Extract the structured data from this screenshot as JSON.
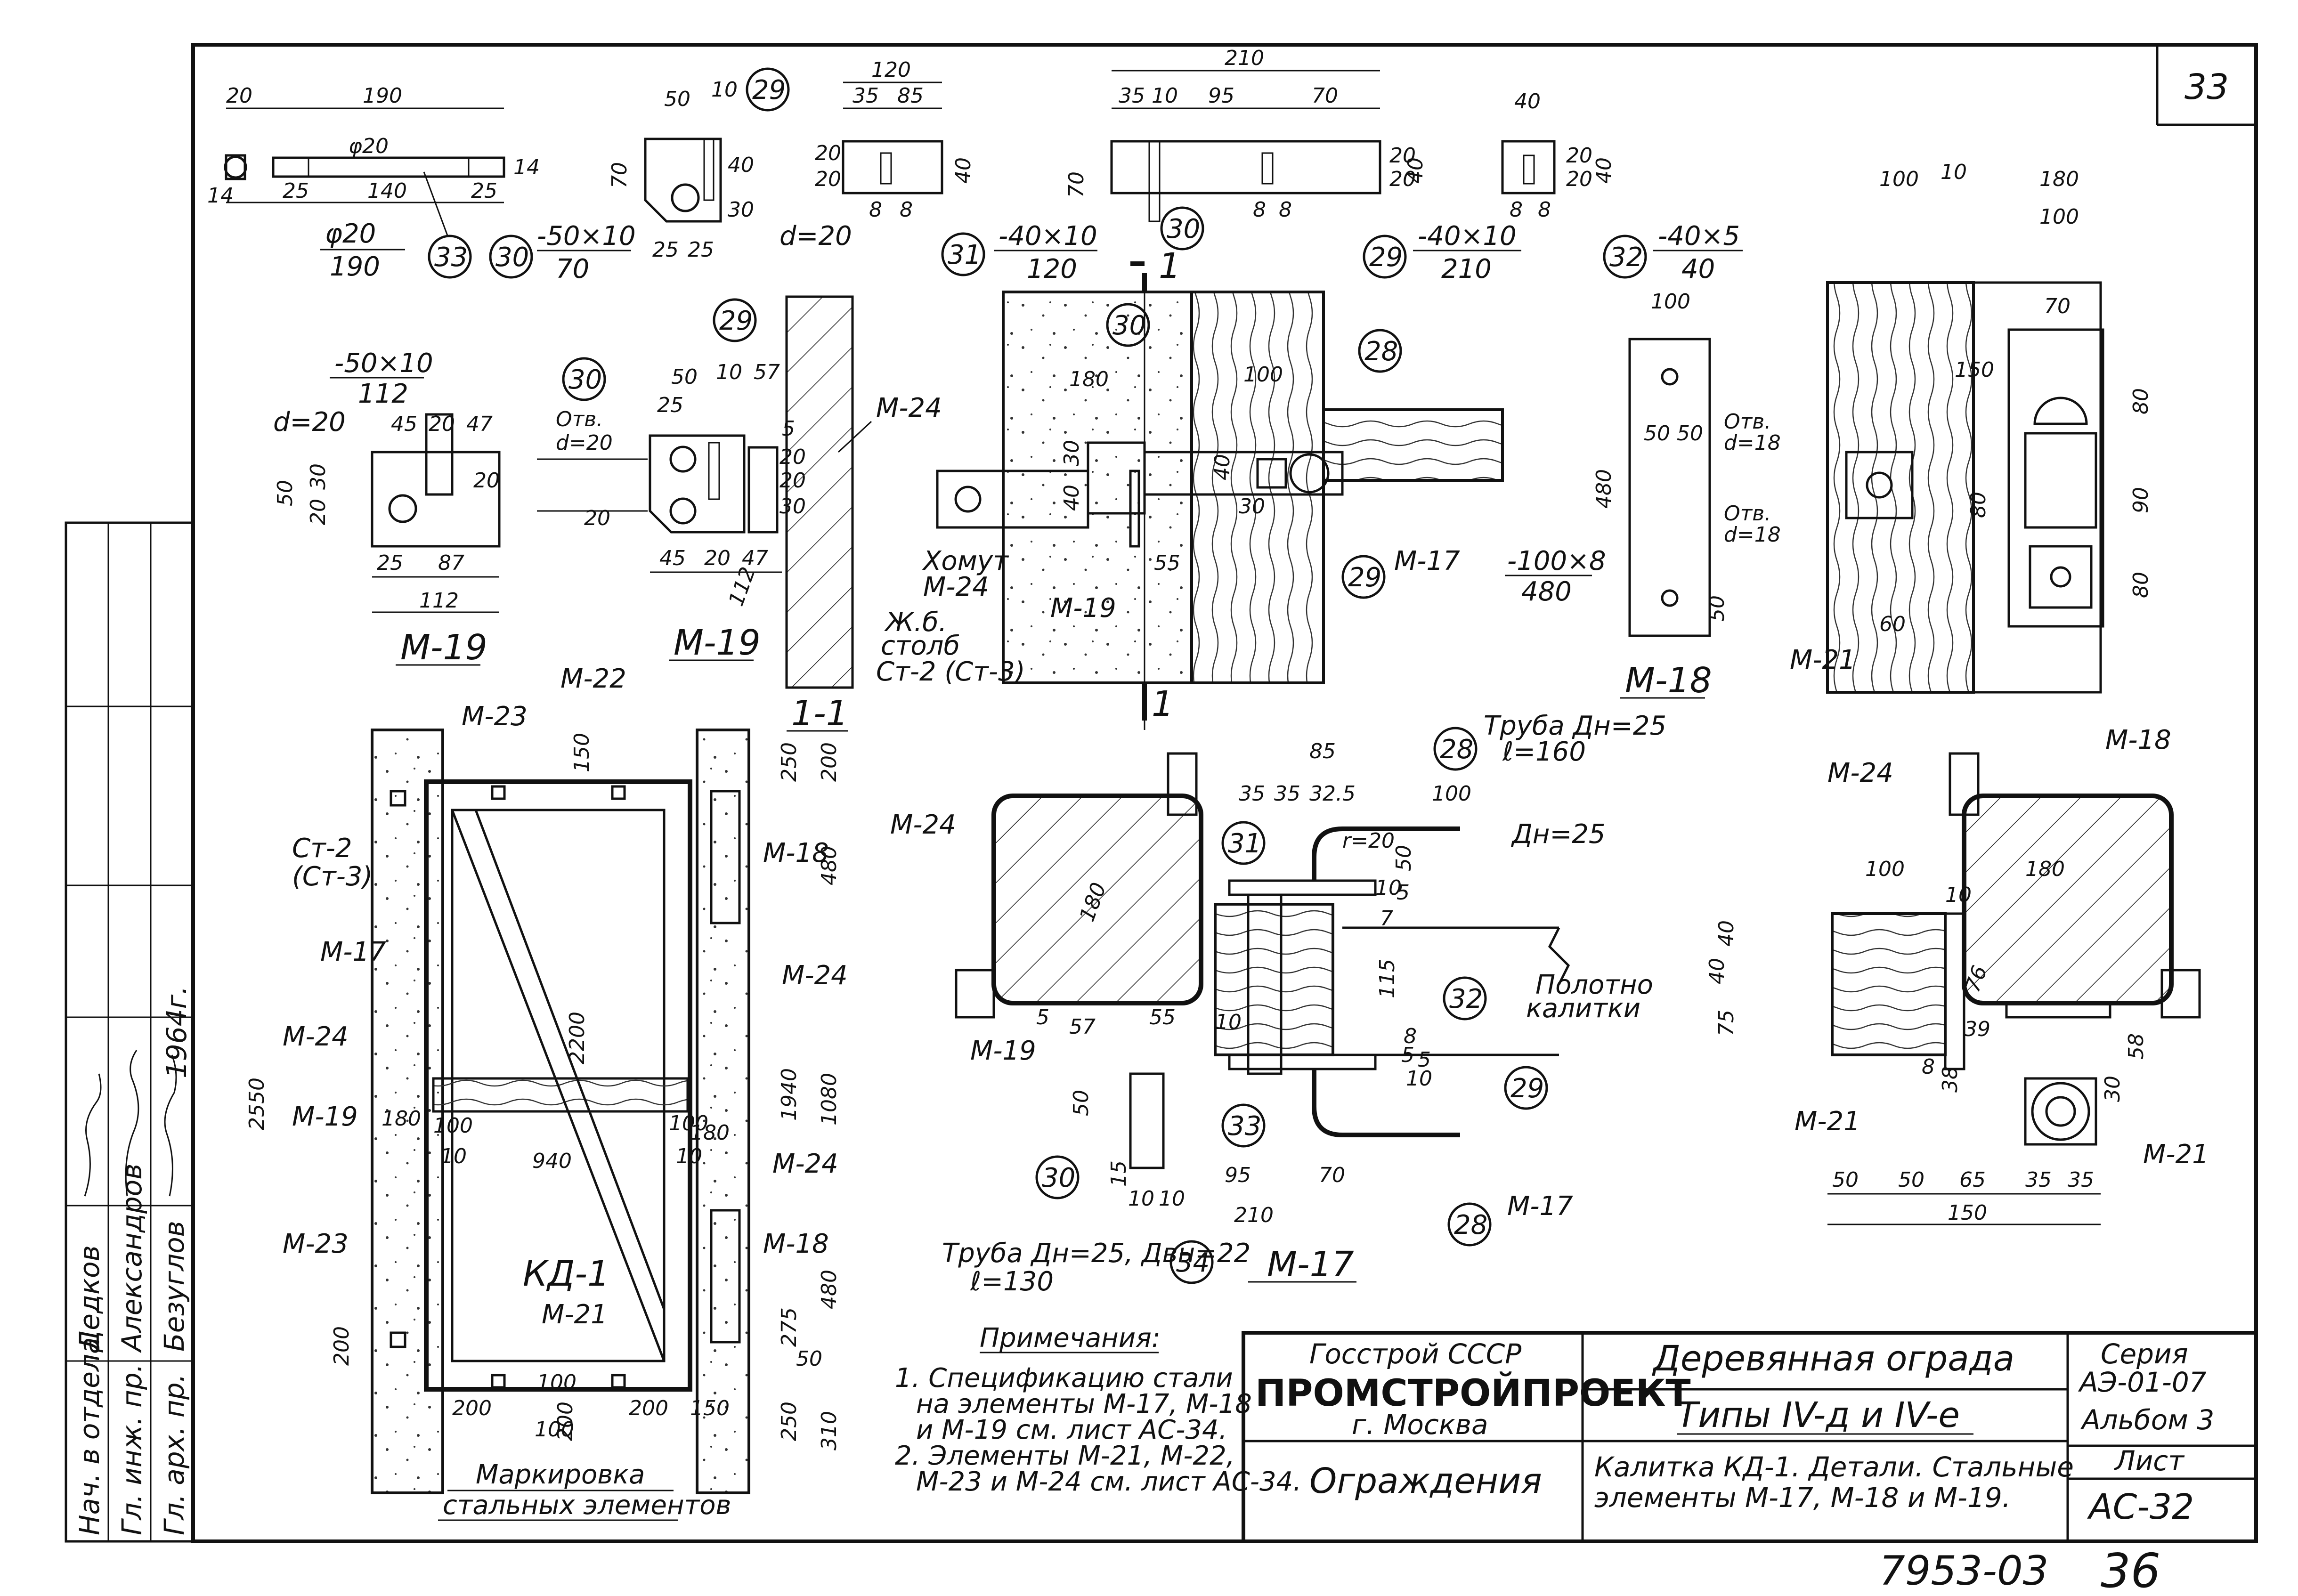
{
  "sheet": {
    "sheet_number": "33",
    "archive_number": "7953-03",
    "page_number": "36"
  },
  "title_block": {
    "org1": "Госстрой СССР",
    "org2": "ПРОМСТРОЙПРОЕКТ",
    "city": "г. Москва",
    "section": "Ограждения",
    "title1": "Деревянная ограда",
    "title2": "Типы IV-д и IV-е",
    "title3": "Калитка КД-1. Детали. Стальные",
    "title4": "элементы М-17, М-18 и М-19.",
    "series_label": "Серия",
    "series": "АЭ-01-07",
    "album": "Альбом 3",
    "sheet_label": "Лист",
    "sheet_code": "АС-32"
  },
  "approval_strip": {
    "roles": [
      "Нач. в отдела",
      "Гл. инж. пр.",
      "Гл. арх. пр."
    ],
    "names": [
      "Дедков",
      "Александров",
      "Безуглов"
    ],
    "year": "1964г."
  },
  "notes": {
    "heading": "Примечания:",
    "items": [
      "1. Спецификацию стали",
      "на элементы М-17, М-18",
      "и М-19 см. лист АС-34.",
      "2. Элементы М-21, М-22,",
      "М-23 и М-24 см. лист АС-34."
    ]
  },
  "views": {
    "m19_a": "М-19",
    "m19_b": "М-19",
    "m18": "М-18",
    "section": "1-1",
    "m17": "М-17",
    "marking1": "Маркировка",
    "marking2": "стальных элементов",
    "gate": "КД-1"
  },
  "callouts": {
    "c28": "28",
    "c29": "29",
    "c30": "30",
    "c31": "31",
    "c32": "32",
    "c33": "33",
    "c34": "34"
  },
  "parts": {
    "p33_a": "φ20",
    "p33_b": "190",
    "p30_a": "-50×10",
    "p30_b": "70",
    "p31_a": "-40×10",
    "p31_b": "120",
    "p29_a": "-40×10",
    "p29_b": "210",
    "p32_a": "-40×5",
    "p32_b": "40",
    "p30_2a": "-50×10",
    "p30_2b": "112",
    "hole_d20": "d=20",
    "otv_d20_a": "Отв.",
    "otv_d20_b": "d=20",
    "otv_d18_a": "Отв.",
    "otv_d18_b": "d=18",
    "otv_d18_c": "Отв.",
    "otv_d18_d": "d=18",
    "m18_plate_a": "-100×8",
    "m18_plate_b": "480",
    "d_eq_20": "d=20"
  },
  "labels": {
    "m24_1": "М-24",
    "m24_2": "М-24",
    "m24_3": "М-24",
    "m24_4": "М-24",
    "m24_5": "М-24",
    "m24_6": "М-24",
    "m19_1": "М-19",
    "m19_2": "М-19",
    "m19_3": "М-19",
    "m17_1": "М-17",
    "m17_2": "М-17",
    "m17_3": "М-17",
    "m18_1": "М-18",
    "m18_2": "М-18",
    "m18_3": "М-18",
    "m18_4": "М-18",
    "m21_1": "М-21",
    "m21_2": "М-21",
    "m21_3": "М-21",
    "m21_4": "М-21",
    "m22": "М-22",
    "m23_1": "М-23",
    "m23_2": "М-23",
    "st2": "Ст-2",
    "st3": "(Ст-3)",
    "homut1": "Хомут",
    "homut2": "М-24",
    "zb1": "Ж.б.",
    "zb2": "столб",
    "zb3": "Ст-2 (Ст-3)",
    "pipe1_a": "Труба Дн=25",
    "pipe1_b": "ℓ=160",
    "pipe2_a": "Труба Дн=25, Двн=22",
    "pipe2_b": "ℓ=130",
    "dn25": "Дн=25",
    "polotno1": "Полотно",
    "polotno2": "калитки",
    "cut_1a": "1",
    "cut_1b": "1"
  },
  "dims": {
    "d1": "20",
    "d2": "190",
    "d3": "φ20",
    "d4": "14",
    "d5": "14",
    "d6": "25",
    "d7": "140",
    "d8": "25",
    "d9": "50",
    "d10": "10",
    "d11": "70",
    "d12": "40",
    "d13": "30",
    "d14": "25",
    "d15": "25",
    "d16": "120",
    "d17": "35",
    "d18": "85",
    "d19": "20",
    "d20": "20",
    "d21": "40",
    "d22": "8",
    "d23": "8",
    "d24": "210",
    "d25": "35",
    "d26": "10",
    "d27": "95",
    "d28": "70",
    "d29": "70",
    "d30": "8",
    "d31": "8",
    "d32": "20",
    "d33": "20",
    "d34": "40",
    "d35": "40",
    "d36": "20",
    "d37": "20",
    "d38": "40",
    "d39": "8",
    "d40": "8",
    "d41": "45",
    "d42": "20",
    "d43": "47",
    "d44": "50",
    "d45": "20",
    "d46": "30",
    "d47": "20",
    "d48": "25",
    "d49": "87",
    "d50": "112",
    "d51": "50",
    "d52": "10",
    "d53": "57",
    "d54": "25",
    "d55": "5",
    "d56": "20",
    "d57": "20",
    "d58": "30",
    "d59": "20",
    "d60": "45",
    "d61": "20",
    "d62": "47",
    "d63": "112",
    "d64": "180",
    "d65": "100",
    "d66": "30",
    "d67": "40",
    "d68": "40",
    "d69": "55",
    "d70": "30",
    "d71": "100",
    "d72": "50",
    "d73": "50",
    "d74": "480",
    "d75": "50",
    "d76": "100",
    "d77": "10",
    "d78": "180",
    "d79": "100",
    "d80": "70",
    "d81": "150",
    "d82": "80",
    "d83": "90",
    "d84": "80",
    "d85": "80",
    "d86": "60",
    "d87": "2550",
    "d88": "2200",
    "d89": "150",
    "d90": "250",
    "d91": "200",
    "d92": "480",
    "d93": "1940",
    "d94": "1080",
    "d95": "480",
    "d96": "275",
    "d97": "50",
    "d98": "250",
    "d99": "310",
    "d100": "180",
    "d101": "10",
    "d102": "100",
    "d103": "940",
    "d104": "100",
    "d105": "180",
    "d106": "10",
    "d107": "200",
    "d108": "100",
    "d109": "200",
    "d110": "200",
    "d111": "150",
    "d112": "100",
    "d113": "200",
    "d114": "85",
    "d115": "35",
    "d116": "35",
    "d117": "32.5",
    "d118": "100",
    "d119": "r=20",
    "d120": "50",
    "d121": "10",
    "d122": "5",
    "d123": "7",
    "d124": "115",
    "d125": "8",
    "d126": "5",
    "d127": "5",
    "d128": "10",
    "d129": "5",
    "d130": "57",
    "d131": "55",
    "d132": "10",
    "d133": "50",
    "d134": "15",
    "d135": "10",
    "d136": "10",
    "d137": "95",
    "d138": "70",
    "d139": "210",
    "d140": "180",
    "d141": "100",
    "d142": "180",
    "d143": "10",
    "d144": "40",
    "d145": "75",
    "d146": "76",
    "d147": "39",
    "d148": "8",
    "d149": "38",
    "d150": "58",
    "d151": "30",
    "d152": "50",
    "d153": "50",
    "d154": "65",
    "d155": "35",
    "d156": "35",
    "d157": "150",
    "d158": "40"
  }
}
